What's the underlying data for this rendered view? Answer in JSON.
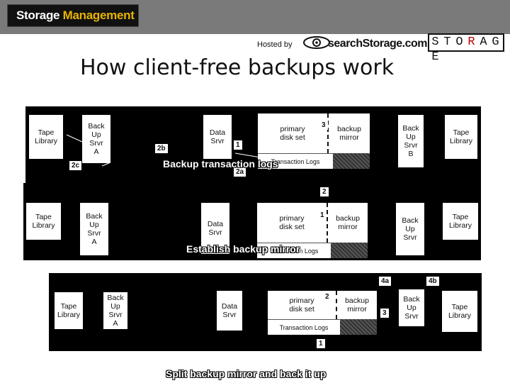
{
  "header": {
    "logo_part1": "Storage",
    "logo_part2": "Management",
    "hosted_by": "Hosted by",
    "search_storage": "searchStorage.com",
    "storage_letters": [
      "S",
      "T",
      "O",
      "R",
      "A",
      "G",
      "E"
    ]
  },
  "title": "How client-free backups work",
  "diagram1": {
    "tape_library": "Tape\nLibrary",
    "backup_server_a": "Back\nUp\nSrvr\nA",
    "data_server": "Data\nSrvr",
    "primary": "primary\ndisk set",
    "mirror": "backup\nmirror",
    "transaction_logs": "Transaction Logs",
    "backup_server_b": "Back\nUp\nSrvr\nB",
    "tape_library_right": "Tape\nLibrary",
    "labels": {
      "n1": "1",
      "n2a": "2a",
      "n2b": "2b",
      "n2c": "2c",
      "n3": "3"
    },
    "caption": "Backup transaction logs"
  },
  "diagram2": {
    "tape_library": "Tape\nLibrary",
    "backup_server_a": "Back\nUp\nSrvr\nA",
    "data_server": "Data\nSrvr",
    "primary": "primary\ndisk set",
    "mirror": "backup\nmirror",
    "transaction_logs": "Transaction Logs",
    "backup_server": "Back\nUp\nSrvr",
    "tape_library_right": "Tape\nLibrary",
    "labels": {
      "n1": "1",
      "n2": "2"
    },
    "caption": "Establish backup mirror"
  },
  "diagram3": {
    "tape_library": "Tape\nLibrary",
    "backup_server_a": "Back\nUp\nSrvr\nA",
    "data_server": "Data\nSrvr",
    "primary": "primary\ndisk set",
    "mirror": "backup\nmirror",
    "transaction_logs": "Transaction Logs",
    "backup_server": "Back\nUp\nSrvr",
    "tape_library_right": "Tape\nLibrary",
    "labels": {
      "n1": "1",
      "n2": "2",
      "n3": "3",
      "n4a": "4a",
      "n4b": "4b"
    },
    "caption": "Split backup mirror and back it up"
  }
}
